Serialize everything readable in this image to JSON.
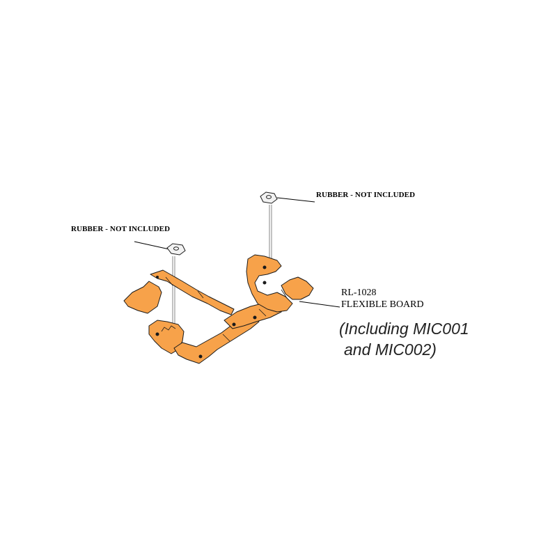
{
  "labels": {
    "rubber_right": "RUBBER - NOT INCLUDED",
    "rubber_left": "RUBBER - NOT INCLUDED",
    "part_number": "RL-1028",
    "part_name": "FLEXIBLE BOARD",
    "note_line1": "(Including MIC001",
    "note_line2": "and MIC002)"
  },
  "colors": {
    "board_fill": "#F7A24A",
    "board_outline": "#1A1A1A",
    "rubber_fill": "#F2F2F2",
    "leader_line": "#000000"
  }
}
